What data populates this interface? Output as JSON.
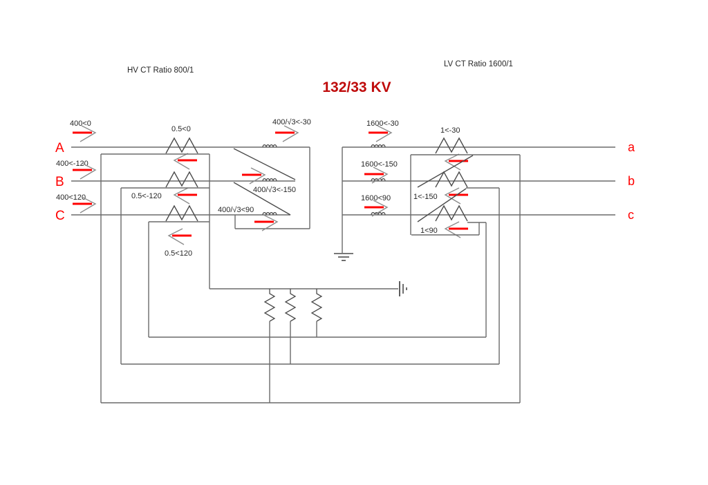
{
  "title": "132/33 KV",
  "hv_side": {
    "ratio_label": "HV CT Ratio 800/1",
    "phases": [
      {
        "label": "A",
        "primary_current": "400<0",
        "ct_secondary_current": "0.5<0",
        "delta_winding_current": "400/√3<-30"
      },
      {
        "label": "B",
        "primary_current": "400<-120",
        "ct_secondary_current": "0.5<-120",
        "delta_winding_current": "400/√3<-150"
      },
      {
        "label": "C",
        "primary_current": "400<120",
        "ct_secondary_current": "0.5<120",
        "delta_winding_current": "400/√3<90"
      }
    ]
  },
  "lv_side": {
    "ratio_label": "LV CT Ratio 1600/1",
    "phases": [
      {
        "label": "a",
        "primary_current": "1600<-30",
        "ct_secondary_current": "1<-30"
      },
      {
        "label": "b",
        "primary_current": "1600<-150",
        "ct_secondary_current": "1<-150"
      },
      {
        "label": "c",
        "primary_current": "1600<90",
        "ct_secondary_current": "1<90"
      }
    ]
  },
  "colors": {
    "accent_red": "#ff0000",
    "title_red": "#bf0b0b",
    "wire_gray": "#6a6a6a",
    "symbol_gray": "#4b4b4b",
    "arrowhead_gray": "#8c8c8c",
    "text_black": "#262626"
  }
}
